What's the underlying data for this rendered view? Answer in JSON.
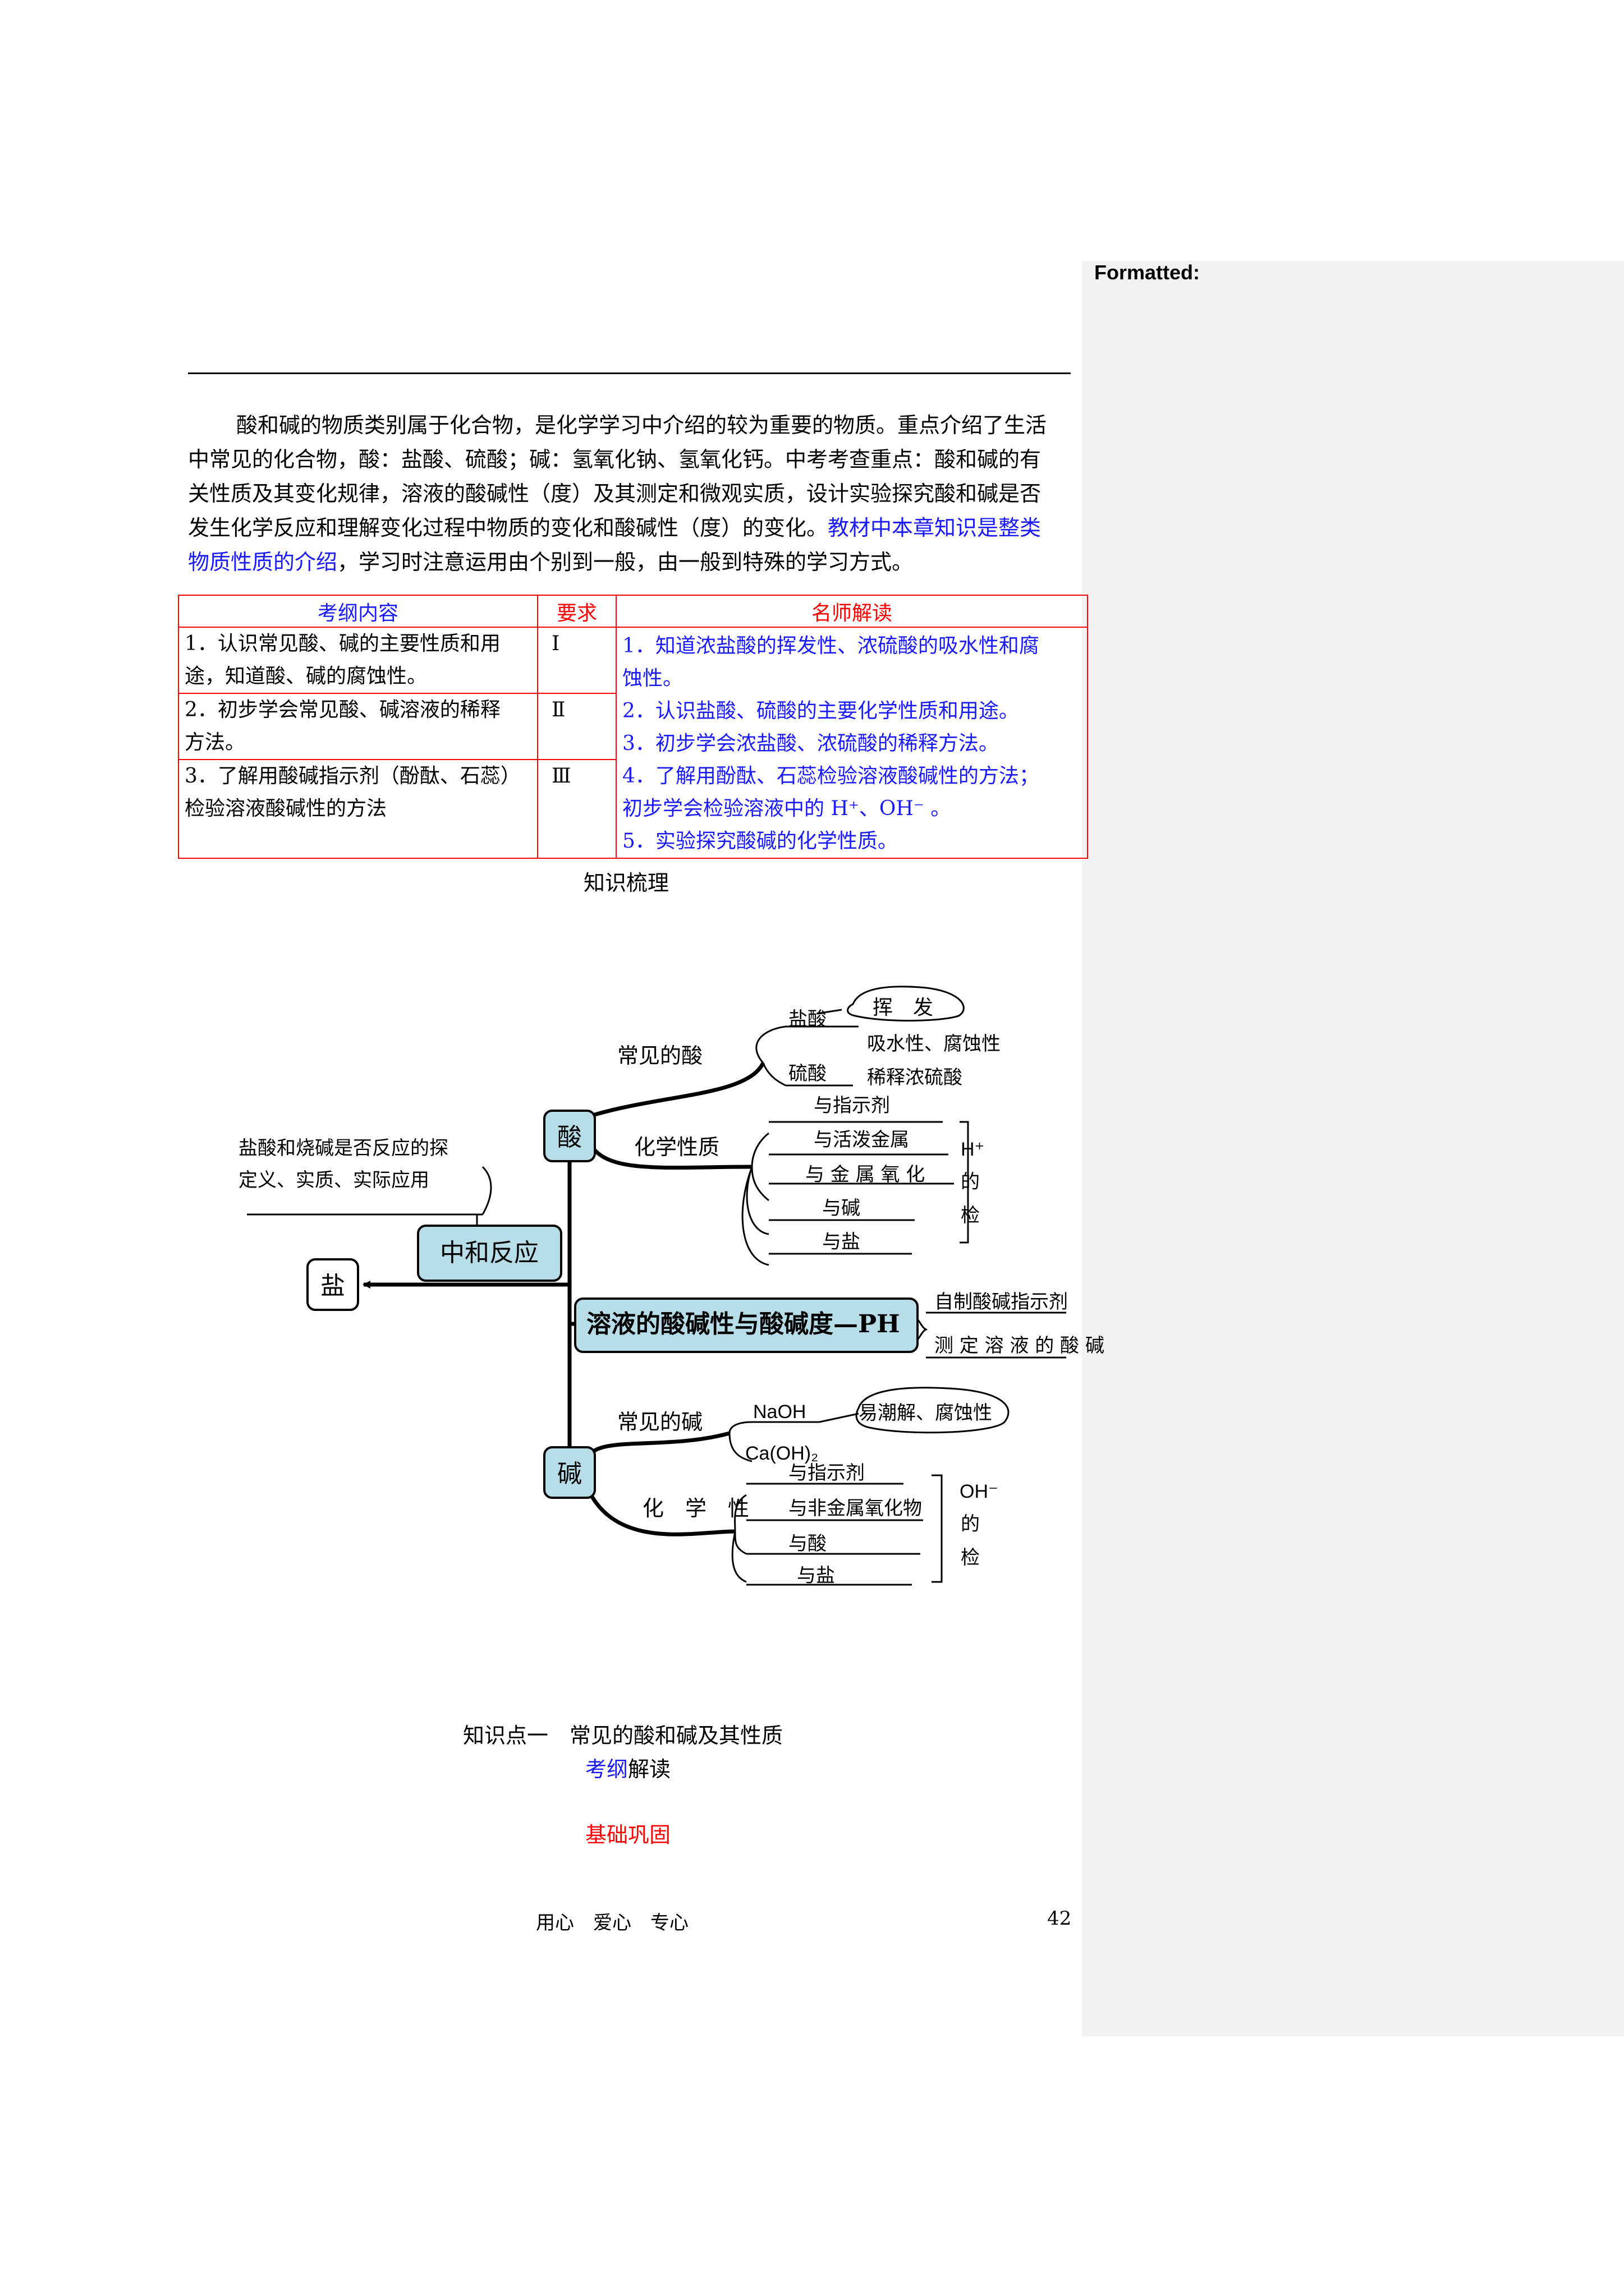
{
  "comment_pane": {
    "label": "Formatted:"
  },
  "intro": {
    "lines": [
      "酸和碱的物质类别属于化合物，是化学学习中介绍的较为重要的物质。重点介绍了生活",
      "中常见的化合物，酸：盐酸、硫酸；碱：氢氧化钠、氢氧化钙。中考考查重点：酸和碱的有",
      "关性质及其变化规律，溶液的酸碱性（度）及其测定和微观实质，设计实验探究酸和碱是否"
    ],
    "line4_black": "发生化学反应和理解变化过程中物质的变化和酸碱性（度）的变化。",
    "line4_blue": "教材中本章知识是整类",
    "line5_blue": "物质性质的介绍",
    "line5_black": "，学习时注意运用由个别到一般，由一般到特殊的学习方式。"
  },
  "outline_table": {
    "headers": [
      "考纲内容",
      "要求",
      "名师解读"
    ],
    "rows": [
      {
        "content": [
          "1．认识常见酸、碱的主要性质和用",
          "途，知道酸、碱的腐蚀性。"
        ],
        "level": "Ⅰ"
      },
      {
        "content": [
          "2．初步学会常见酸、碱溶液的稀释",
          "方法。"
        ],
        "level": "Ⅱ"
      },
      {
        "content": [
          "3．了解用酸碱指示剂（酚酞、石蕊）",
          "检验溶液酸碱性的方法"
        ],
        "level": "Ⅲ"
      }
    ],
    "interpretation": [
      "1．知道浓盐酸的挥发性、浓硫酸的吸水性和腐",
      "蚀性。",
      "2．认识盐酸、硫酸的主要化学性质和用途。",
      "3．初步学会浓盐酸、浓硫酸的稀释方法。",
      "4．了解用酚酞、石蕊检验溶液酸碱性的方法；",
      "初步学会检验溶液中的 H⁺、OH⁻ 。",
      "5．实验探究酸碱的化学性质。"
    ]
  },
  "knowledge_caption": "知识梳理",
  "mindmap": {
    "acid": "酸",
    "base": "碱",
    "salt": "盐",
    "neutralization": "中和反应",
    "solution_ph": "溶液的酸碱性与酸碱度—PH",
    "common_acid": "常见的酸",
    "hydrochloric": "盐酸",
    "volatile": "挥　发",
    "sulfuric": "硫酸",
    "absorbent": "吸水性、腐蚀性",
    "dilute_sulfuric": "稀释浓硫酸",
    "acid_chem": "化学性质",
    "acid_props": [
      "与指示剂",
      "与活泼金属",
      "与 金 属 氧 化",
      "与碱",
      "与盐"
    ],
    "h_test": [
      "H⁺",
      "的",
      "检"
    ],
    "neutral_note": [
      "盐酸和烧碱是否反应的探",
      "定义、实质、实际应用"
    ],
    "ph_items": [
      "自制酸碱指示剂",
      "测 定 溶 液 的 酸 碱"
    ],
    "common_base": "常见的碱",
    "naoh": "NaOH",
    "naoh_prop": "易潮解、腐蚀性",
    "caoh": "Ca(OH)₂",
    "base_chem": "化　学　性",
    "base_props": [
      "与指示剂",
      "与非金属氧化物",
      "与酸",
      "与盐"
    ],
    "oh_test": [
      "OH⁻",
      "的",
      "检"
    ],
    "colors": {
      "box_fill": "#b7dde8",
      "line": "#000000"
    }
  },
  "section": {
    "title": "知识点一　常见的酸和碱及其性质",
    "sub1_blue": "考纲",
    "sub1_black": "解读",
    "sub2": "基础巩固"
  },
  "footer": {
    "motto": "用心　爱心　专心",
    "page_number": "42"
  }
}
